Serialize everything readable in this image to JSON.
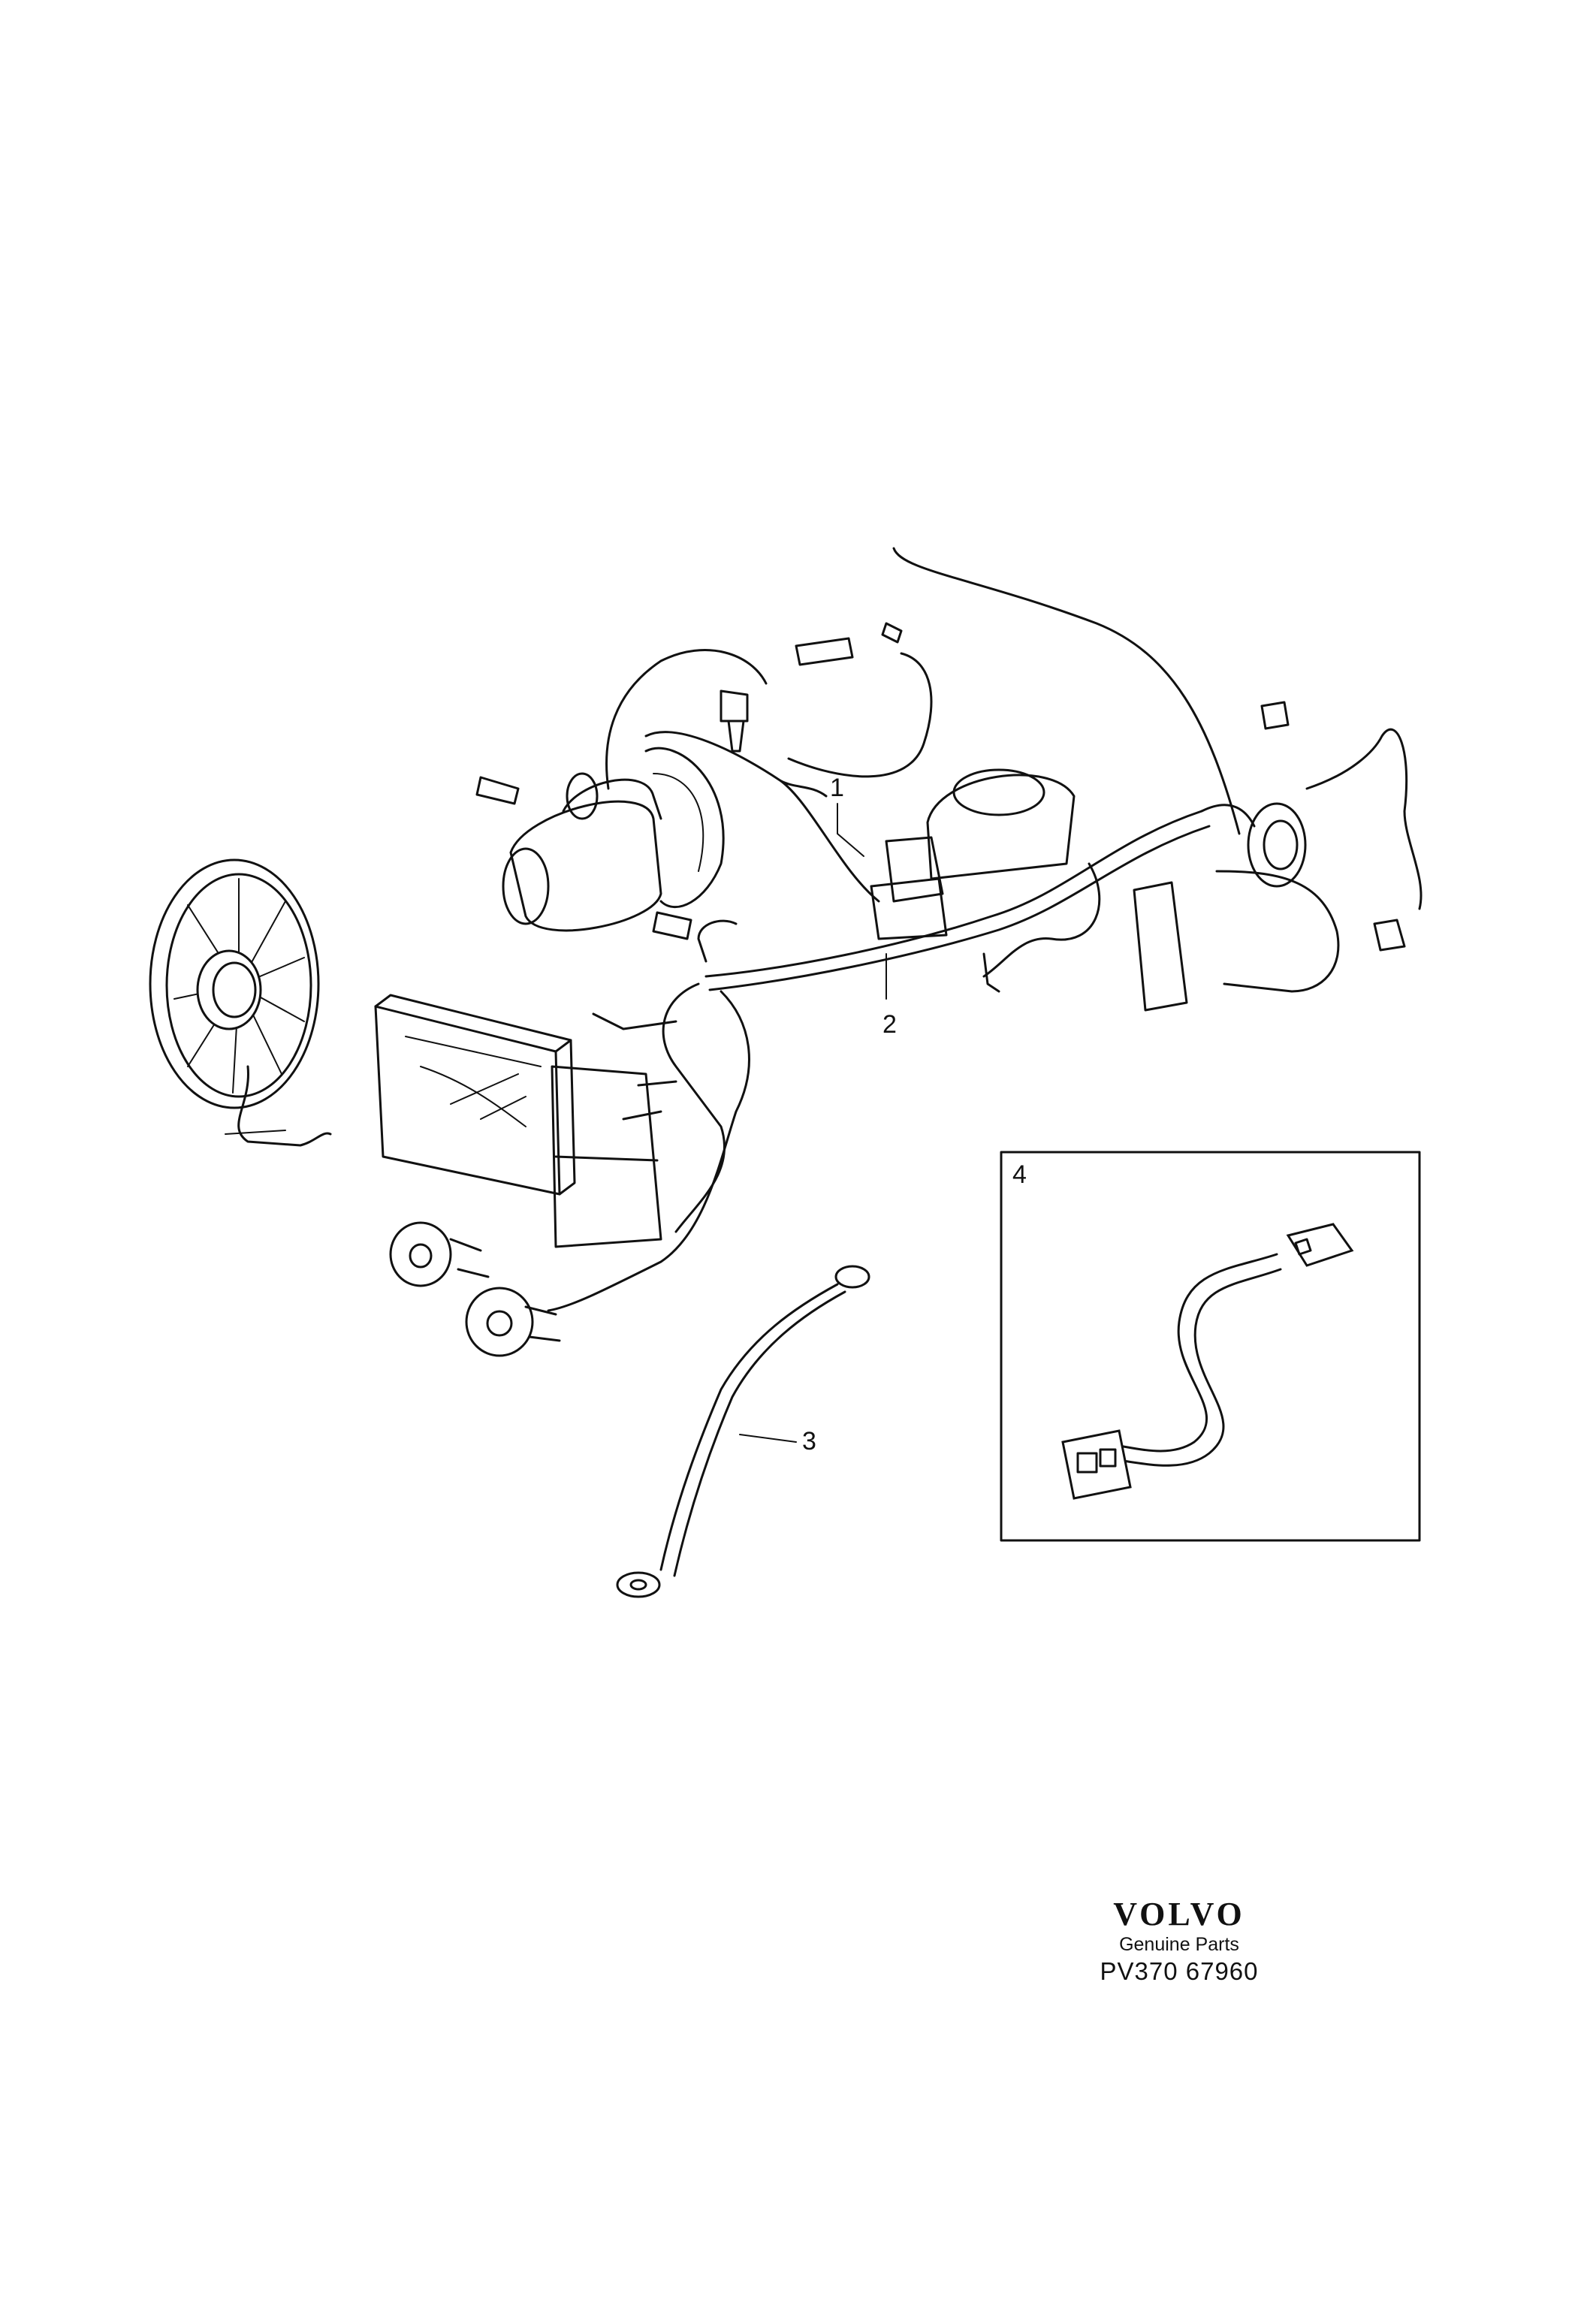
{
  "callouts": {
    "c1": "1",
    "c2": "2",
    "c3": "3",
    "c4": "4"
  },
  "brand": {
    "logo": "VOLVO",
    "subtitle": "Genuine Parts",
    "code": "PV370 67960"
  }
}
